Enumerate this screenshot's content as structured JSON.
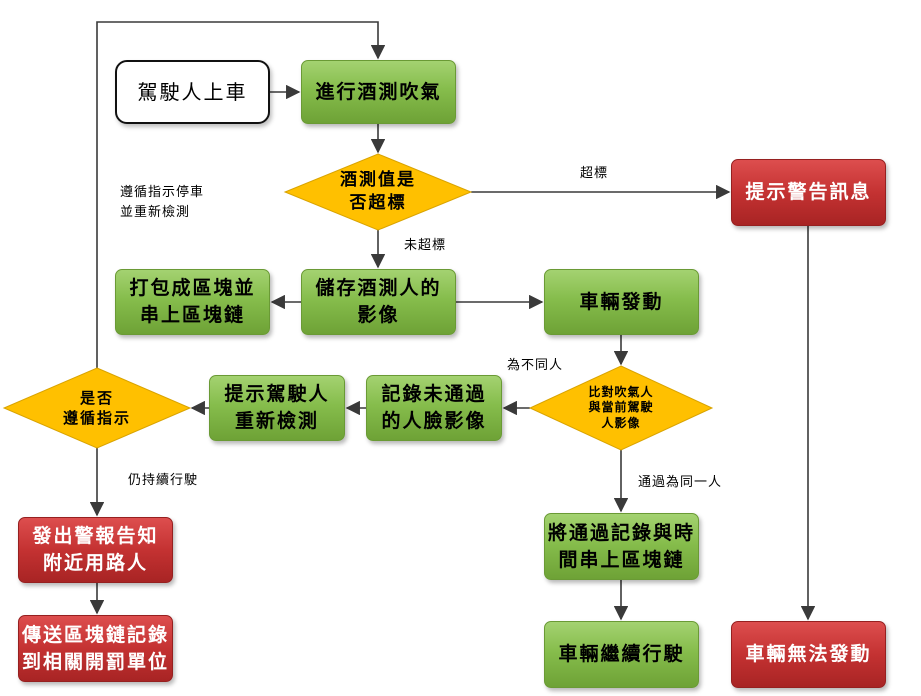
{
  "colors": {
    "process_green": "#86bd4c",
    "terminal_red": "#c43232",
    "decision_gold": "#ffc000",
    "arrow": "#3a3a3a"
  },
  "nodes": {
    "driver_boards": "駕駛人上車",
    "breath_test": "進行酒測吹氣",
    "over_limit_question": "酒測值是\n否超標",
    "warning_message": "提示警告訊息",
    "store_image": "儲存酒測人的\n影像",
    "pack_block": "打包成區塊並\n串上區塊鏈",
    "vehicle_start": "車輛發動",
    "compare_faces": "比對吹氣人\n與當前駕駛\n人影像",
    "record_failed_face": "記錄未通過\n的人臉影像",
    "prompt_retest": "提示駕駛人\n重新檢測",
    "follow_question": "是否\n遵循指示",
    "alert_nearby": "發出警報告知\n附近用路人",
    "send_record": "傳送區塊鏈記錄\n到相關開罰單位",
    "record_pass": "將通過記錄與時\n間串上區塊鏈",
    "continue_driving": "車輛繼續行駛",
    "cannot_start": "車輛無法發動"
  },
  "edge_labels": {
    "over_limit": "超標",
    "not_over_limit": "未超標",
    "not_same_person": "為不同人",
    "same_person": "通過為同一人",
    "keep_driving": "仍持續行駛",
    "stop_and_retest": "遵循指示停車\n並重新檢測"
  }
}
